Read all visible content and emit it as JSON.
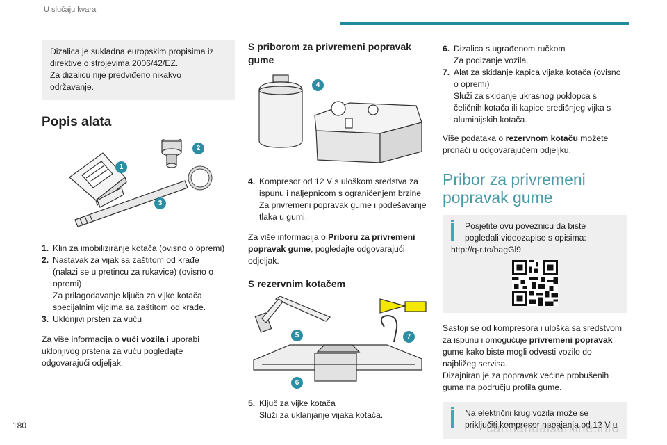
{
  "header": {
    "title": "U slučaju kvara"
  },
  "page_number": "180",
  "watermark": "carmanualsonline.info",
  "col1": {
    "note": [
      "Dizalica je sukladna europskim propisima iz",
      "direktive o strojevima 2006/42/EZ.",
      "Za dizalicu nije predviđeno nikakvo",
      "održavanje."
    ],
    "heading": "Popis alata",
    "badges": [
      "1",
      "2",
      "3"
    ],
    "items": [
      {
        "num": "1.",
        "lines": [
          "Klin za imobiliziranje kotača (ovisno o opremi)"
        ]
      },
      {
        "num": "2.",
        "lines": [
          "Nastavak za vijak sa zaštitom od krađe",
          "(nalazi se u pretincu za rukavice) (ovisno o",
          "opremi)",
          "Za prilagođavanje ključa za vijke kotača",
          "specijalnim vijcima sa zaštitom od krađe."
        ]
      },
      {
        "num": "3.",
        "lines": [
          "Uklonjivi prsten za vuču"
        ]
      }
    ],
    "more": {
      "pre": "Za više informacija o ",
      "bold": "vuči vozila",
      "post1": " i uporabi",
      "line2": "uklonjivog prstena za vuču pogledajte",
      "line3": "odgovarajući odjeljak."
    }
  },
  "col2": {
    "heading1": [
      "S priborom za privremeni popravak",
      "gume"
    ],
    "badge4": "4",
    "item4": {
      "num": "4.",
      "lines": [
        "Kompresor od 12 V s uloškom sredstva za",
        "ispunu i naljepnicom s ograničenjem brzine",
        "Za privremeni popravak gume i podešavanje",
        "tlaka u gumi."
      ]
    },
    "more": {
      "pre": "Za više informacija o ",
      "bold1": "Priboru za privremeni",
      "bold2": "popravak gume",
      "post": ", pogledajte odgovarajući",
      "line3": "odjeljak."
    },
    "heading2": "S rezervnim kotačem",
    "badges2": [
      "5",
      "7",
      "6"
    ],
    "item5": {
      "num": "5.",
      "lines": [
        "Ključ za vijke kotača",
        "Služi za uklanjanje vijaka kotača."
      ]
    }
  },
  "col3": {
    "item6": {
      "num": "6.",
      "lines": [
        "Dizalica s ugrađenom ručkom",
        "Za podizanje vozila."
      ]
    },
    "item7": {
      "num": "7.",
      "lines": [
        "Alat za skidanje kapica vijaka kotača (ovisno",
        "o opremi)",
        "Služi za skidanje ukrasnog poklopca s",
        "čeličnih kotača ili kapice središnjeg vijka s",
        "aluminijskih kotača."
      ]
    },
    "more": {
      "pre": "Više podataka o ",
      "bold": "rezervnom kotaču",
      "post": " možete",
      "line2": "pronaći u odgovarajućem odjeljku."
    },
    "heading": [
      "Pribor za privremeni",
      "popravak gume"
    ],
    "info1": {
      "lines": [
        "Posjetite ovu poveznicu da biste",
        "pogledali videozapise s opisima:"
      ],
      "url": "http://q-r.to/bagGl9"
    },
    "desc": {
      "l1": "Sastoji se od kompresora i uloška sa sredstvom",
      "l2pre": "za ispunu i omogućuje ",
      "l2bold": "privremeni popravak",
      "l3": "gume kako biste mogli odvesti vozilo do",
      "l4": "najbližeg servisa.",
      "l5": "Dizajniran je za popravak većine probušenih",
      "l6": "guma na području profila gume."
    },
    "info2": {
      "lines": [
        "Na električni krug vozila može se",
        "priključiti kompresor napajanja od 12 V u"
      ]
    }
  },
  "colors": {
    "accent": "#1d8a9d",
    "heading_blue": "#4a9aa7",
    "badge": "#2c8ea3",
    "panel": "#efefef"
  }
}
